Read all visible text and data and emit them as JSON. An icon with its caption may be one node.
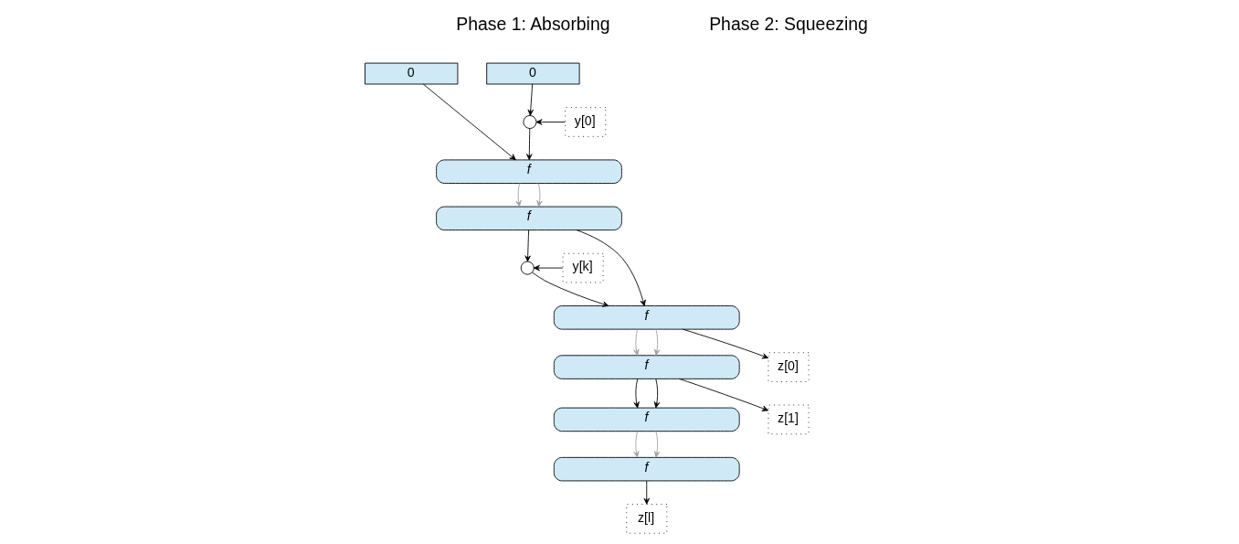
{
  "diagram": {
    "nodes": [
      {
        "text": [
          "0"
        ]
      },
      {
        "text": [
          "0"
        ]
      },
      {
        "text": [
          "y[0]"
        ]
      },
      {
        "text": [],
        "shape": "circle"
      },
      {
        "text": [
          "*f*"
        ]
      },
      {
        "text": [
          "*f*"
        ]
      },
      {
        "text": [
          "y[k]"
        ]
      },
      {
        "text": [],
        "shape": "circle"
      },
      {
        "text": [
          "*f*"
        ]
      },
      {
        "text": [
          "*f*"
        ]
      },
      {
        "text": [
          "*f*"
        ]
      },
      {
        "text": [
          "*f*"
        ]
      },
      {
        "text": [
          "z[0]"
        ]
      },
      {
        "text": [
          "z[1]"
        ]
      },
      {
        "text": [
          "z[l]"
        ]
      }
    ],
    "edges": [
      {
        "from": 0,
        "to": 3,
        "arrow": "to"
      },
      {
        "from": 2,
        "to": 3,
        "arrow": "to"
      },
      {
        "from": 3,
        "to": 4,
        "arrow": "to"
      },
      {
        "from": 1,
        "to": 4,
        "arrow": "to"
      },
      {
        "from": 4,
        "to": 5,
        "arrow": "to",
        "color": "#a0a0a0"
      },
      {
        "from": 4,
        "to": 5,
        "arrow": "to",
        "color": "#a0a0a0"
      },
      {
        "from": 5,
        "to": 7,
        "arrow": "to"
      },
      {
        "from": 6,
        "to": 7,
        "arrow": "to"
      },
      {
        "from": 7,
        "to": 8,
        "arrow": "to"
      },
      {
        "from": 5,
        "to": 8,
        "arrow": "to"
      },
      {
        "from": 8,
        "to": 9,
        "arrow": "to",
        "color": "#a0a0a0"
      },
      {
        "from": 8,
        "to": 9,
        "arrow": "to",
        "color": "#a0a0a0"
      },
      {
        "from": 8,
        "to": 12,
        "arrow": "to"
      },
      {
        "from": 9,
        "to": 10,
        "arrow": "to"
      },
      {
        "from": 9,
        "to": 10,
        "arrow": "to"
      },
      {
        "from": 9,
        "to": 13,
        "arrow": "to"
      },
      {
        "from": 10,
        "to": 11,
        "arrow": "to",
        "color": "#a0a0a0"
      },
      {
        "from": 10,
        "to": 11,
        "arrow": "to",
        "color": "#a0a0a0"
      },
      {
        "from": 11,
        "to": 14,
        "arrow": "to"
      }
    ],
    "labels": [
      "Phase 1: Absorbing",
      "Phase 2: Squeezing"
    ]
  }
}
